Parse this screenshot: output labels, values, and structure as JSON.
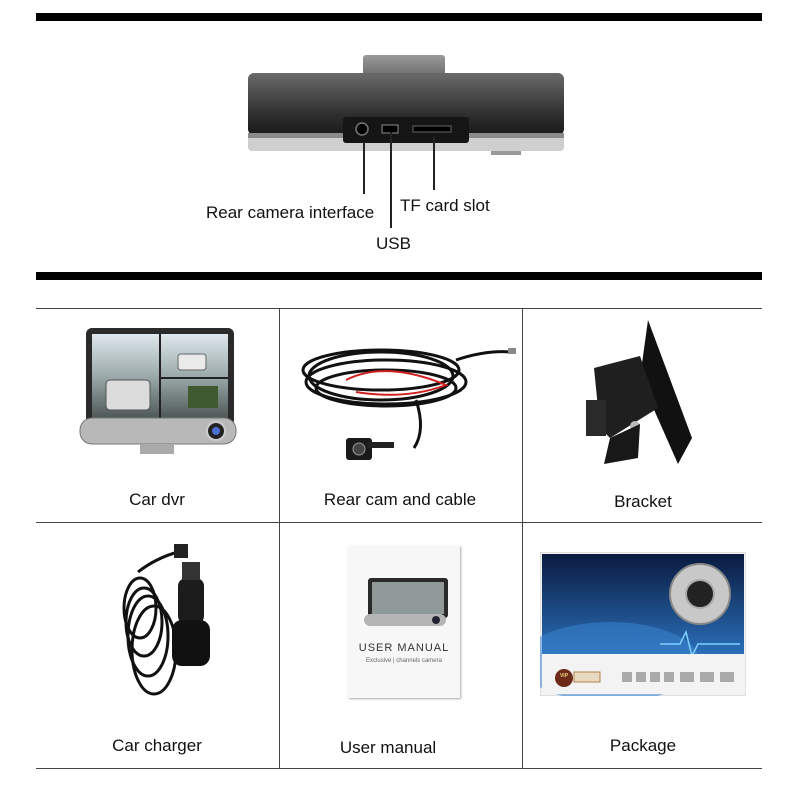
{
  "ports": {
    "rear_camera_interface": "Rear camera interface",
    "usb": "USB",
    "tf_card_slot": "TF card slot"
  },
  "items": [
    {
      "label": "Car dvr",
      "icon": "dashcam-icon"
    },
    {
      "label": "Rear cam and cable",
      "icon": "rear-camera-cable-icon"
    },
    {
      "label": "Bracket",
      "icon": "bracket-icon"
    },
    {
      "label": "Car charger",
      "icon": "car-charger-icon"
    },
    {
      "label": "User manual",
      "icon": "user-manual-icon"
    },
    {
      "label": "Package",
      "icon": "package-box-icon"
    }
  ],
  "manual": {
    "title": "USER MANUAL",
    "subtitle": "Exclusive | channels camera"
  },
  "package": {
    "badge": "VIP"
  }
}
